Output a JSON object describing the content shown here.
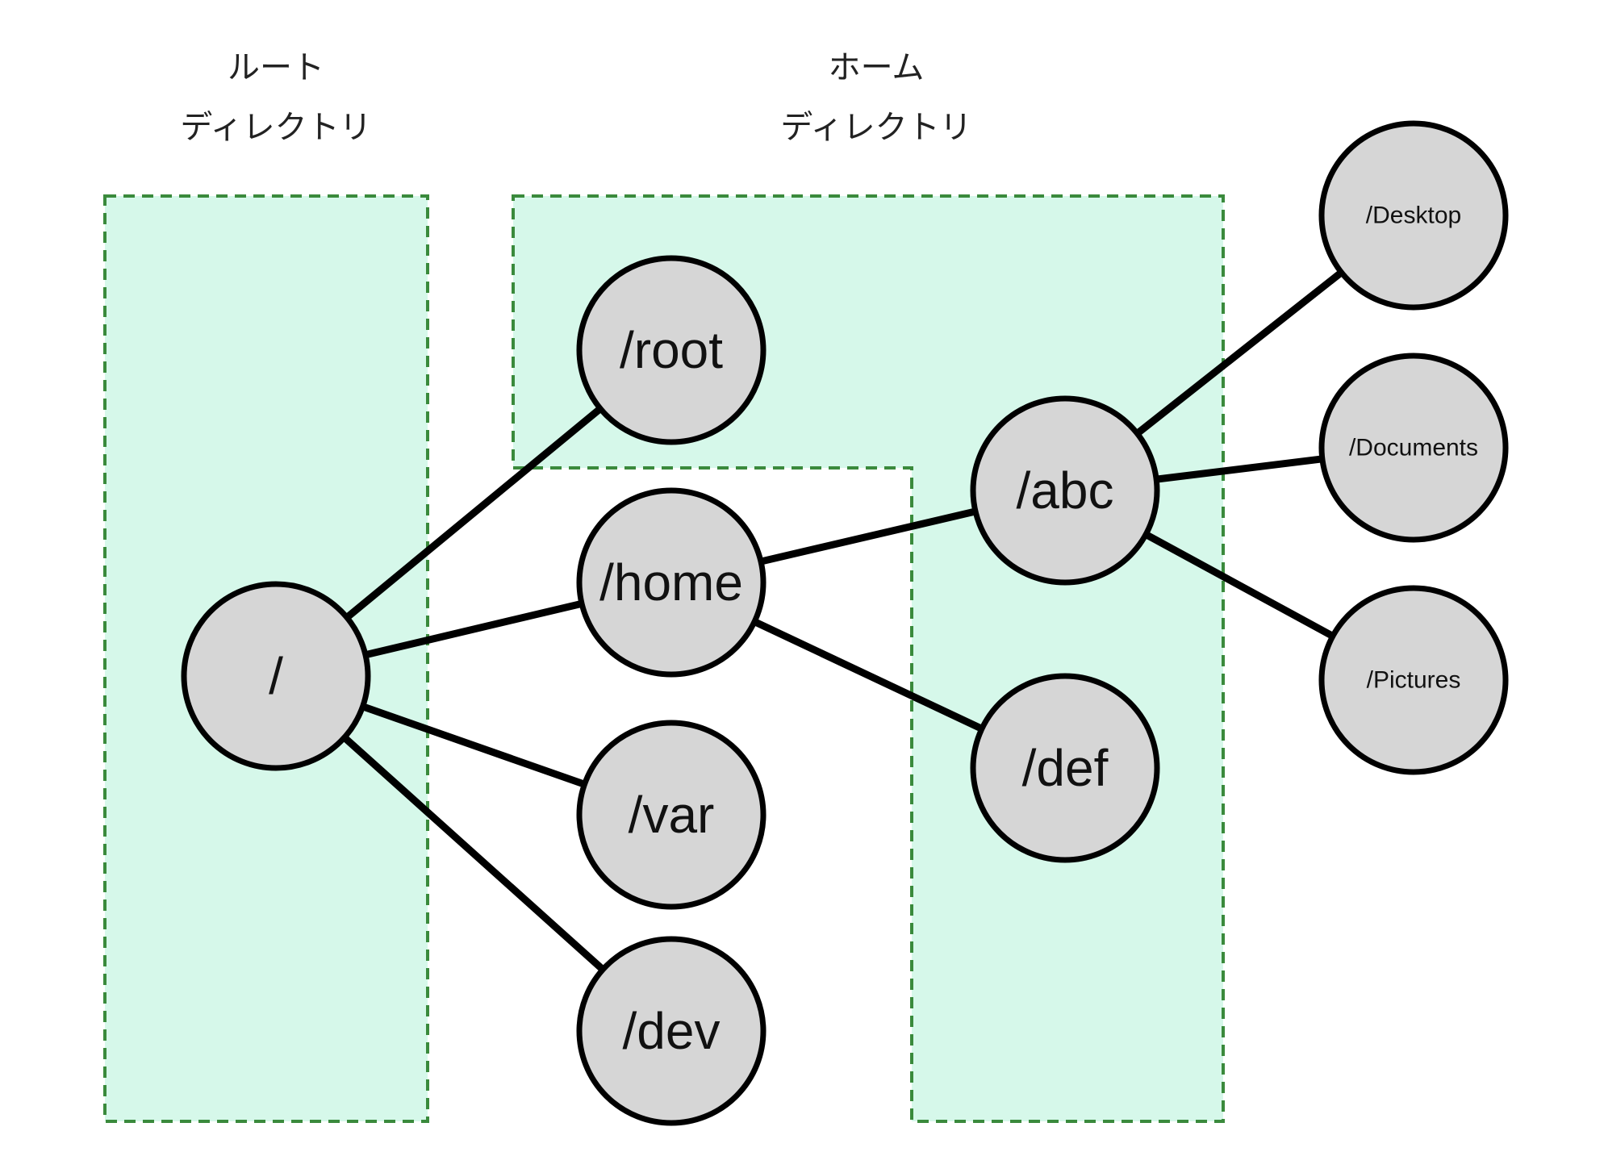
{
  "colors": {
    "region_fill": "#d6f8ea",
    "region_border": "#3a8a3c",
    "node_fill": "#d6d6d6",
    "node_border": "#000000",
    "edge": "#000000"
  },
  "headings": {
    "root_directory": {
      "line1": "ルート",
      "line2": "ディレクトリ"
    },
    "home_directory": {
      "line1": "ホーム",
      "line2": "ディレクトリ"
    }
  },
  "nodes": {
    "root": {
      "label": "/"
    },
    "root_home": {
      "label": "/root"
    },
    "home": {
      "label": "/home"
    },
    "var": {
      "label": "/var"
    },
    "dev": {
      "label": "/dev"
    },
    "abc": {
      "label": "/abc"
    },
    "def": {
      "label": "/def"
    },
    "desktop": {
      "label": "/Desktop"
    },
    "documents": {
      "label": "/Documents"
    },
    "pictures": {
      "label": "/Pictures"
    }
  },
  "edges": [
    {
      "from": "root",
      "to": "root_home"
    },
    {
      "from": "root",
      "to": "home"
    },
    {
      "from": "root",
      "to": "var"
    },
    {
      "from": "root",
      "to": "dev"
    },
    {
      "from": "home",
      "to": "abc"
    },
    {
      "from": "home",
      "to": "def"
    },
    {
      "from": "abc",
      "to": "desktop"
    },
    {
      "from": "abc",
      "to": "documents"
    },
    {
      "from": "abc",
      "to": "pictures"
    }
  ]
}
